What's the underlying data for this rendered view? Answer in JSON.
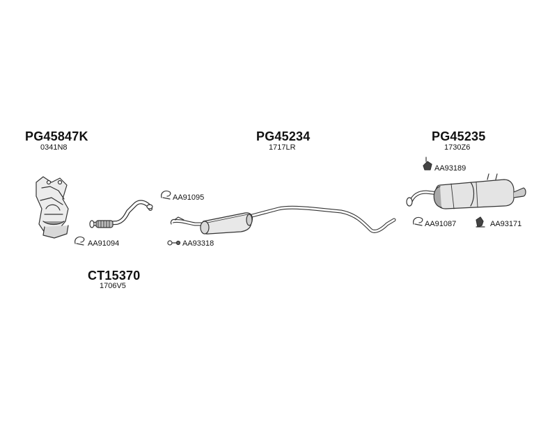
{
  "assemblies": {
    "front_pipe": {
      "part_code": "PG45847K",
      "oem_code": "0341N8"
    },
    "catalyst": {
      "part_code": "CT15370",
      "oem_code": "1706V5"
    },
    "middle_silencer": {
      "part_code": "PG45234",
      "oem_code": "1717LR"
    },
    "rear_silencer": {
      "part_code": "PG45235",
      "oem_code": "1730Z6"
    }
  },
  "accessories": {
    "clamp_front": "AA91094",
    "clamp_flex": "AA91095",
    "bolt_kit": "AA93318",
    "mount_upper": "AA93189",
    "clamp_rear": "AA91087",
    "rubber_mount": "AA93171"
  },
  "colors": {
    "line": "#333333",
    "part_fill": "#e6e6e6",
    "shade": "#9a9a9a"
  }
}
